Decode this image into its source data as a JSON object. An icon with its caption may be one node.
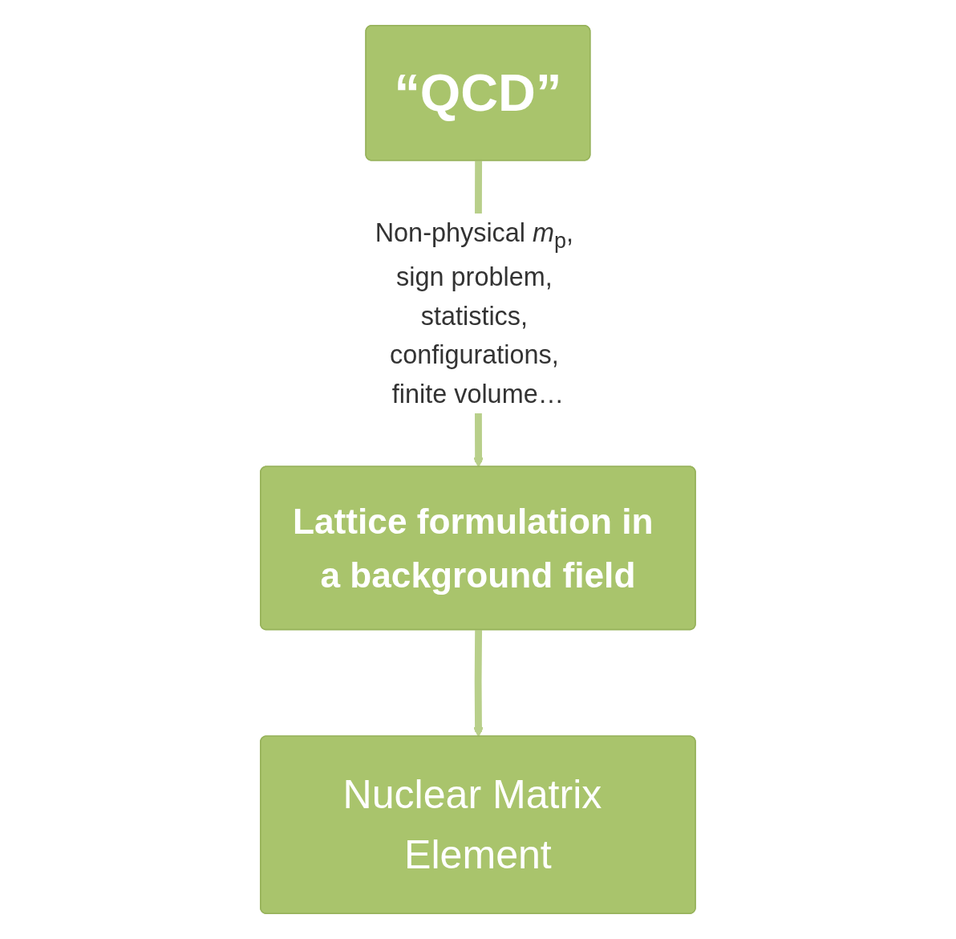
{
  "diagram": {
    "nodes": [
      {
        "text": [
          "“QCD”"
        ]
      },
      {
        "text": [
          "Lattice formulation in a background field"
        ]
      },
      {
        "text": [
          "Nuclear Matrix Element"
        ]
      }
    ],
    "edges": [
      {
        "from": 0,
        "to": 1,
        "arrow": "to",
        "label": "Non-physical *m*$_{p}$, sign problem, statistics, configurations, finite volume…"
      },
      {
        "from": 1,
        "to": 2,
        "arrow": "to"
      }
    ]
  }
}
